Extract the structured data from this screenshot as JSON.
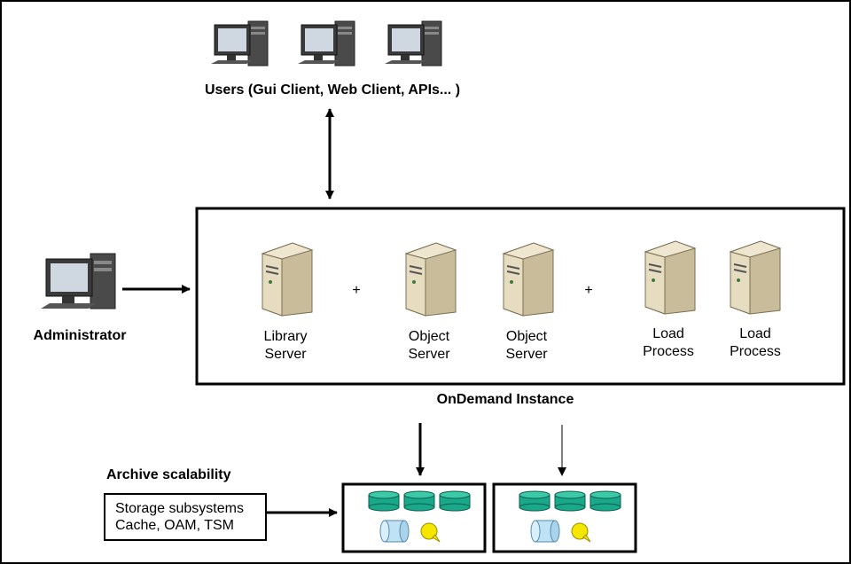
{
  "users": {
    "label": "Users (Gui Client, Web Client, APIs... )"
  },
  "administrator": {
    "label": "Administrator"
  },
  "instance": {
    "label": "OnDemand Instance",
    "plus_sign": "+",
    "servers": [
      {
        "line1": "Library",
        "line2": "Server"
      },
      {
        "line1": "Object",
        "line2": "Server"
      },
      {
        "line1": "Object",
        "line2": "Server"
      },
      {
        "line1": "Load",
        "line2": "Process"
      },
      {
        "line1": "Load",
        "line2": "Process"
      }
    ]
  },
  "archive": {
    "heading": "Archive scalability",
    "storage_line1": "Storage subsystems",
    "storage_line2": "Cache, OAM, TSM"
  },
  "colors": {
    "line": "#000000",
    "disk_fill": "#1aa88a",
    "cylinder_fill": "#bfe3f5",
    "bubble_fill": "#f5e600",
    "server_fill": "#e6dcc0"
  },
  "icons": [
    "desktop-computer-icon",
    "server-tower-icon",
    "disk-stack-icon",
    "tape-cylinder-icon",
    "chat-bubble-icon"
  ]
}
